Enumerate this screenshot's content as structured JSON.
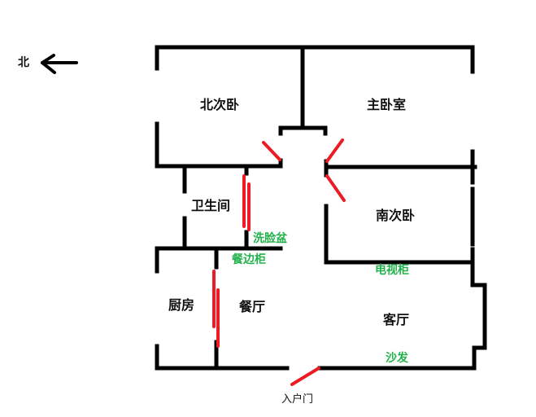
{
  "compass": {
    "label": "北",
    "direction": "left",
    "icon": "arrow-left-icon"
  },
  "rooms": {
    "north_bedroom": "北次卧",
    "master_bedroom": "主卧室",
    "bathroom": "卫生间",
    "south_bedroom": "南次卧",
    "kitchen": "厨房",
    "dining_room": "餐厅",
    "living_room": "客厅"
  },
  "furniture": {
    "washbasin": "洗脸盆",
    "sideboard": "餐边柜",
    "tv_cabinet": "电视柜",
    "sofa": "沙发"
  },
  "entrance": {
    "label": "入户门"
  },
  "colors": {
    "wall": "#000000",
    "door": "#ed1c24",
    "furniture_label": "#22b14c",
    "room_label": "#111111"
  }
}
